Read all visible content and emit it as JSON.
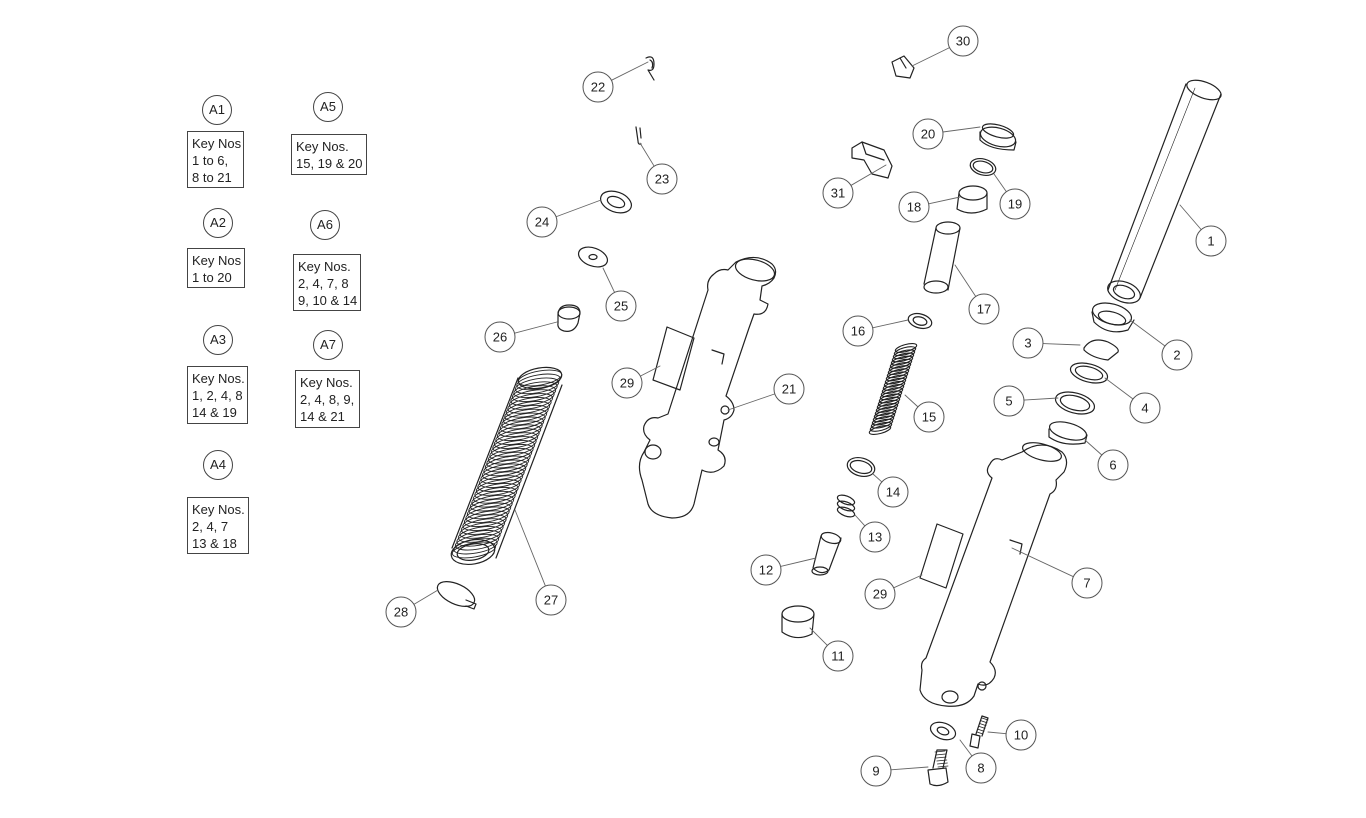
{
  "kits": [
    {
      "code": "A1",
      "description": "Key Nos\n1 to 6,\n8 to 21"
    },
    {
      "code": "A2",
      "description": "Key Nos\n1 to 20"
    },
    {
      "code": "A3",
      "description": "Key Nos.\n1, 2, 4, 8\n14 & 19"
    },
    {
      "code": "A4",
      "description": "Key Nos.\n2, 4, 7\n13 & 18"
    },
    {
      "code": "A5",
      "description": "Key Nos.\n15, 19 & 20"
    },
    {
      "code": "A6",
      "description": "Key Nos.\n2, 4, 7, 8\n9, 10 & 14"
    },
    {
      "code": "A7",
      "description": "Key Nos.\n2, 4, 8, 9,\n14 & 21"
    }
  ],
  "callouts": [
    "1",
    "2",
    "3",
    "4",
    "5",
    "6",
    "7",
    "8",
    "9",
    "10",
    "11",
    "12",
    "13",
    "14",
    "15",
    "16",
    "17",
    "18",
    "19",
    "20",
    "21",
    "22",
    "23",
    "24",
    "25",
    "26",
    "27",
    "28",
    "29",
    "29",
    "30",
    "31"
  ],
  "colors": {
    "stroke": "#222222",
    "leader": "#666666",
    "background": "#ffffff"
  }
}
